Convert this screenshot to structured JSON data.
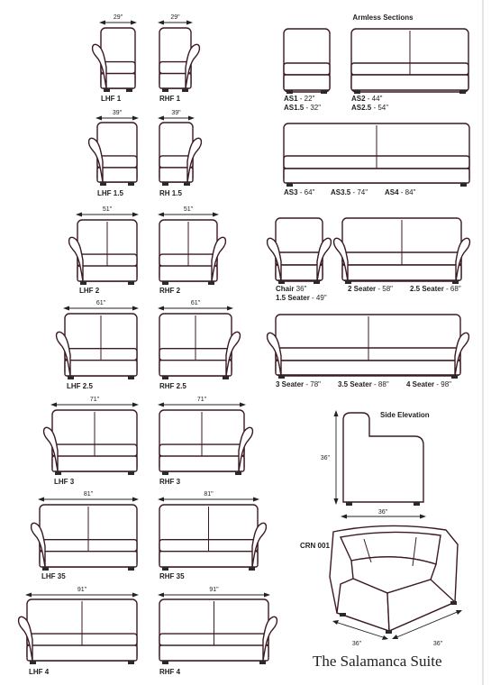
{
  "title": "The Salamanca Suite",
  "armless_header": "Armless Sections",
  "left_column": [
    {
      "id": "lhf1",
      "label": "LHF 1",
      "dim": "29\"",
      "side": "left",
      "seats": 1
    },
    {
      "id": "rhf1",
      "label": "RHF 1",
      "dim": "29\"",
      "side": "right",
      "seats": 1
    },
    {
      "id": "lhf15",
      "label": "LHF 1.5",
      "dim": "39\"",
      "side": "left",
      "seats": 1
    },
    {
      "id": "rh15",
      "label": "RH 1.5",
      "dim": "39\"",
      "side": "right",
      "seats": 1
    },
    {
      "id": "lhf2",
      "label": "LHF 2",
      "dim": "51\"",
      "side": "left",
      "seats": 2
    },
    {
      "id": "rhf2",
      "label": "RHF 2",
      "dim": "51\"",
      "side": "right",
      "seats": 2
    },
    {
      "id": "lhf25",
      "label": "LHF 2.5",
      "dim": "61\"",
      "side": "left",
      "seats": 2
    },
    {
      "id": "rhf25",
      "label": "RHF 2.5",
      "dim": "61\"",
      "side": "right",
      "seats": 2
    },
    {
      "id": "lhf3",
      "label": "LHF 3",
      "dim": "71\"",
      "side": "left",
      "seats": 2
    },
    {
      "id": "rhf3",
      "label": "RHF 3",
      "dim": "71\"",
      "side": "right",
      "seats": 2
    },
    {
      "id": "lhf35",
      "label": "LHF 35",
      "dim": "81\"",
      "side": "left",
      "seats": 2
    },
    {
      "id": "rhf35",
      "label": "RHF 35",
      "dim": "81\"",
      "side": "right",
      "seats": 2
    },
    {
      "id": "lhf4",
      "label": "LHF 4",
      "dim": "91\"",
      "side": "left",
      "seats": 2
    },
    {
      "id": "rhf4",
      "label": "RHF 4",
      "dim": "91\"",
      "side": "right",
      "seats": 2
    }
  ],
  "armless": {
    "as1": {
      "code": "AS1",
      "size": " - 22\""
    },
    "as15": {
      "code": "AS1.5",
      "size": " - 32\""
    },
    "as2": {
      "code": "AS2",
      "size": " - 44\""
    },
    "as25": {
      "code": "AS2.5",
      "size": " - 54\""
    },
    "as3": {
      "code": "AS3",
      "size": " - 64\""
    },
    "as35": {
      "code": "AS3.5",
      "size": " - 74\""
    },
    "as4": {
      "code": "AS4",
      "size": " - 84\""
    }
  },
  "full": {
    "chair": {
      "code": "Chair",
      "size": " 36\""
    },
    "seater15": {
      "code": "1.5 Seater",
      "size": " - 49\""
    },
    "seater2": {
      "code": "2 Seater",
      "size": " - 58\""
    },
    "seater25": {
      "code": "2.5 Seater",
      "size": " - 68\""
    },
    "seater3": {
      "code": "3 Seater",
      "size": " - 78\""
    },
    "seater35": {
      "code": "3.5 Seater",
      "size": " - 88\""
    },
    "seater4": {
      "code": "4 Seater",
      "size": " - 98\""
    }
  },
  "side_elevation": {
    "label": "Side Elevation",
    "height": "36\"",
    "depth": "36\""
  },
  "corner": {
    "label": "CRN 001",
    "dim_left": "36\"",
    "dim_right": "36\""
  }
}
